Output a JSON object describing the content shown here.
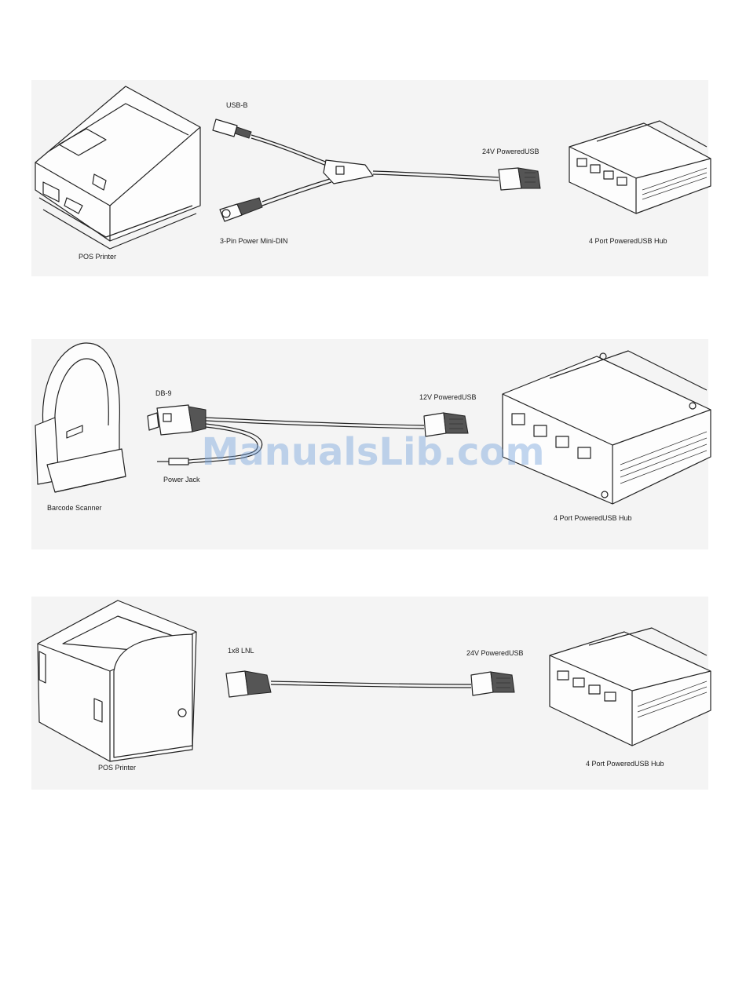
{
  "panel1": {
    "device": "POS Printer",
    "connector_a": "USB-B",
    "connector_b": "3-Pin Power Mini-DIN",
    "connector_hub": "24V PoweredUSB",
    "hub": "4 Port PoweredUSB Hub"
  },
  "panel2": {
    "device": "Barcode Scanner",
    "connector_a": "DB-9",
    "connector_b": "Power Jack",
    "connector_hub": "12V PoweredUSB",
    "hub": "4 Port PoweredUSB Hub"
  },
  "panel3": {
    "device": "POS Printer",
    "connector_a": "1x8 LNL",
    "connector_hub": "24V PoweredUSB",
    "hub": "4 Port PoweredUSB Hub"
  },
  "watermark": "ManualsLib.com"
}
